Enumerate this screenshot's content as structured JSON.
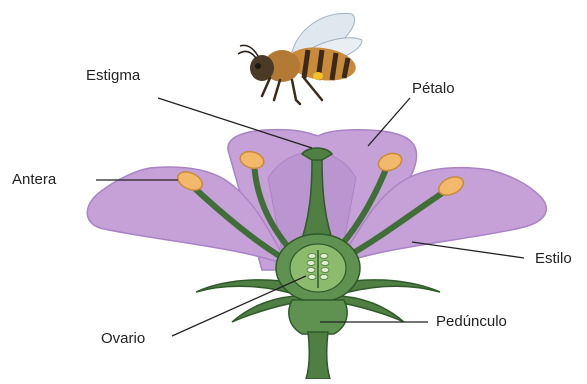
{
  "labels": {
    "estigma": "Estigma",
    "petalo": "Pétalo",
    "antera": "Antera",
    "estilo": "Estilo",
    "ovario": "Ovario",
    "pedunculo": "Pedúnculo"
  },
  "colors": {
    "petal": "#c5a1d8",
    "petal_dark": "#a983c4",
    "stem": "#4c7a40",
    "stem_dark": "#2f5a2a",
    "stem_light": "#86b06a",
    "anther": "#f2b96a",
    "bee_body": "#c98a3a",
    "bee_stripe": "#3a2a1c",
    "wing": "#dfe8ee"
  }
}
